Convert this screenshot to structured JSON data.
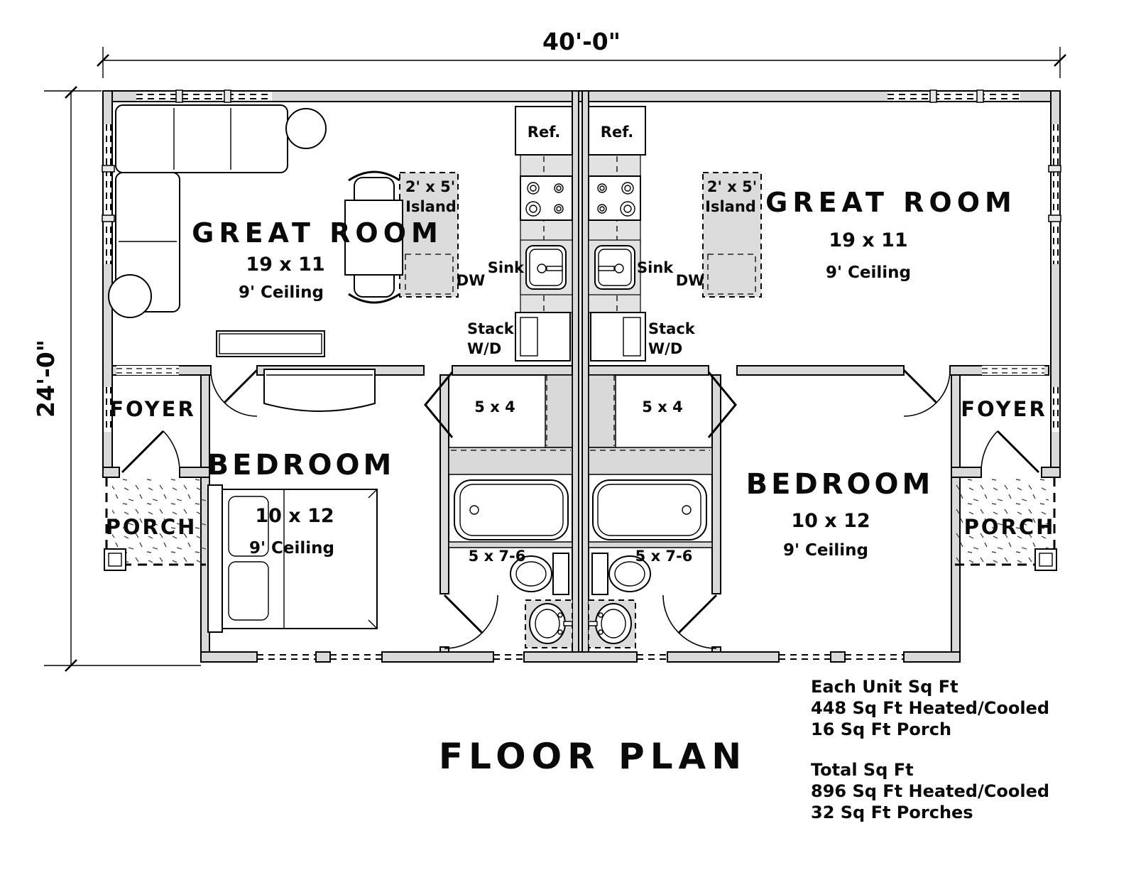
{
  "dimension_labels": {
    "width": "40'-0\"",
    "depth": "24'-0\""
  },
  "title": "FLOOR PLAN",
  "notes": {
    "each_unit_heading": "Each Unit Sq Ft",
    "each_unit_area": "448 Sq Ft Heated/Cooled",
    "each_unit_porch": "16 Sq Ft Porch",
    "total_heading": "Total Sq Ft",
    "total_area": "896 Sq Ft Heated/Cooled",
    "total_porches": "32 Sq Ft Porches"
  },
  "rooms": {
    "great_room": {
      "name": "GREAT ROOM",
      "size": "19 x 11",
      "ceiling": "9' Ceiling"
    },
    "bedroom": {
      "name": "BEDROOM",
      "size": "10 x 12",
      "ceiling": "9' Ceiling"
    },
    "foyer": "FOYER",
    "porch": "PORCH",
    "hall_size": "5 x 4",
    "bath_size": "5 x 7-6"
  },
  "kitchen": {
    "refrigerator": "Ref.",
    "sink": "Sink",
    "dishwasher": "DW",
    "stack_line1": "Stack",
    "stack_line2": "W/D",
    "island_size": "2' x 5'",
    "island_label": "Island"
  }
}
